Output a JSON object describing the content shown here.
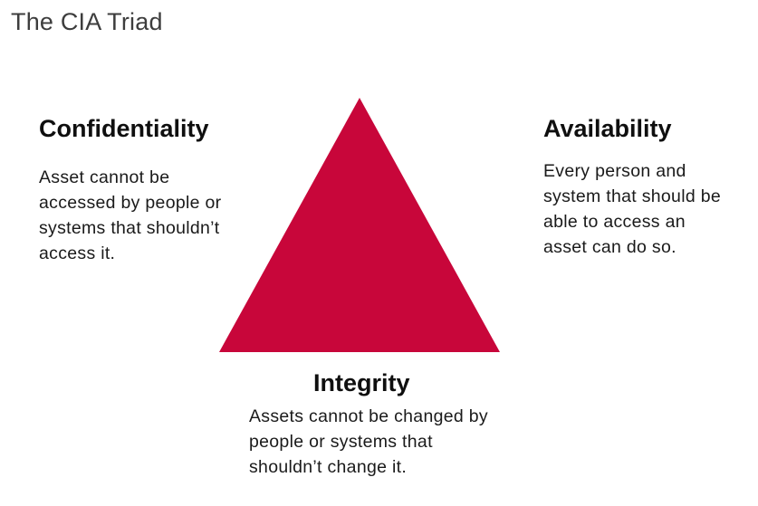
{
  "title": "The CIA Triad",
  "colors": {
    "triangle": "#C8063A",
    "title": "#3d3d3d",
    "text": "#111111"
  },
  "confidentiality": {
    "heading": "Confidentiality",
    "lines": [
      "Asset cannot be",
      "accessed by people or",
      "systems that shouldn’t",
      "access it."
    ]
  },
  "availability": {
    "heading": "Availability",
    "lines": [
      "Every person and",
      "system that should be",
      "able to access an",
      "asset can do so."
    ]
  },
  "integrity": {
    "heading": "Integrity",
    "lines": [
      "Assets cannot be changed by",
      "people or systems that",
      "shouldn’t change it."
    ]
  }
}
